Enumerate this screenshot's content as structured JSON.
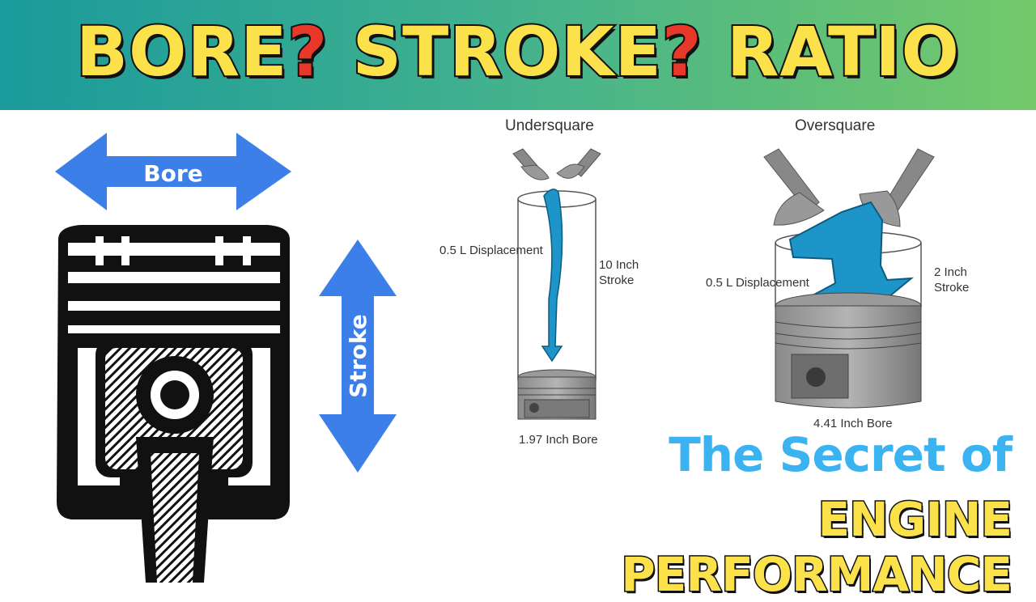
{
  "banner": {
    "part1": "BORE",
    "q1": "?",
    "part2": " STROKE",
    "q2": "?",
    "part3": " RATIO"
  },
  "left_graphic": {
    "bore_label": "Bore",
    "stroke_label": "Stroke"
  },
  "undersquare": {
    "title": "Undersquare",
    "displacement": "0.5 L Displacement",
    "stroke_line1": "10 Inch",
    "stroke_line2": "Stroke",
    "bore": "1.97 Inch Bore"
  },
  "oversquare": {
    "title": "Oversquare",
    "displacement": "0.5 L Displacement",
    "stroke_line1": "2 Inch",
    "stroke_line2": "Stroke",
    "bore": "4.41 Inch Bore"
  },
  "tagline": {
    "line1": "The Secret of",
    "line2": "ENGINE PERFORMANCE"
  },
  "colors": {
    "banner_text": "#fbe14a",
    "question_mark": "#e8382a",
    "arrow_blue": "#3d7fe8",
    "flow_blue": "#1e95c8",
    "secret_blue": "#3ab3f0"
  }
}
